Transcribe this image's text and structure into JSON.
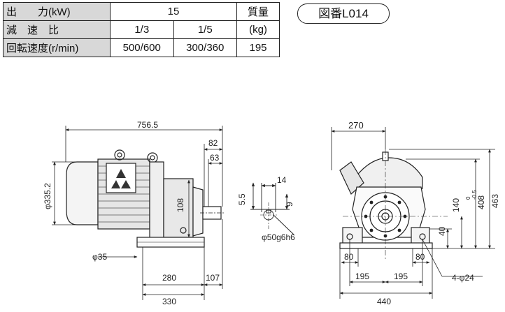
{
  "spec_table": {
    "rows": [
      {
        "label": "出　　力(kW)",
        "values": [
          "15"
        ],
        "extra": "質量"
      },
      {
        "label": "減　速　比",
        "values": [
          "1/3",
          "1/5"
        ],
        "extra": "(kg)"
      },
      {
        "label": "回転速度(r/min)",
        "values": [
          "500/600",
          "300/360"
        ],
        "extra": "195"
      }
    ]
  },
  "figure_no": "図番L014",
  "dimensions": {
    "overall_length": "756.5",
    "d_82": "82",
    "d_63": "63",
    "motor_dia": "φ335.2",
    "d_108": "108",
    "d_35": "φ35",
    "d_280": "280",
    "d_107": "107",
    "d_330": "330",
    "key_14": "14",
    "key_55": "5.5",
    "key_9": "9",
    "shaft_dia": "φ50g6h6",
    "d_270": "270",
    "d_463": "463",
    "d_408": "408",
    "d_140": "140",
    "d_140_tol": "0\n-0.5",
    "d_40": "40",
    "d_80a": "80",
    "d_80b": "80",
    "d_195a": "195",
    "d_195b": "195",
    "d_440": "440",
    "bolt_holes": "4-φ24"
  }
}
